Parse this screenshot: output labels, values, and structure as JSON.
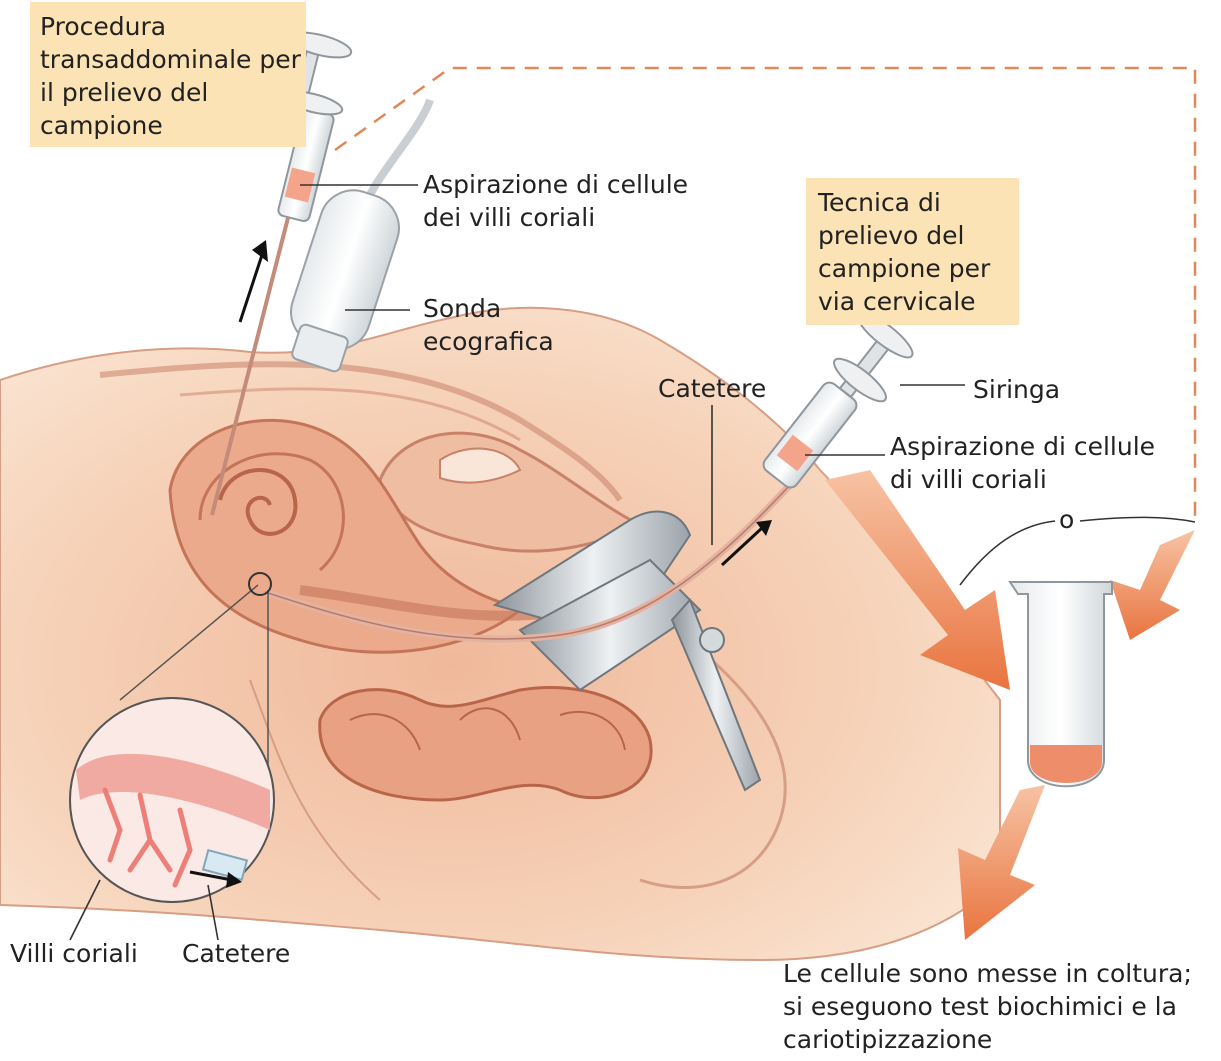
{
  "labels": {
    "transabdominal": [
      "Procedura",
      "transaddominale per",
      "il prelievo del",
      "campione"
    ],
    "cervical": [
      "Tecnica di",
      "prelievo del",
      "campione per",
      "via cervicale"
    ],
    "aspiration_top": [
      "Aspirazione di cellule",
      "dei villi coriali"
    ],
    "probe": [
      "Sonda",
      "ecografica"
    ],
    "catheter_top": "Catetere",
    "syringe": "Siringa",
    "aspiration_right": [
      "Aspirazione di cellule",
      "di villi coriali"
    ],
    "or_word": "o",
    "villi": "Villi coriali",
    "catheter_bottom": "Catetere",
    "culture": [
      "Le cellule sono messe in coltura;",
      "si eseguono test biochimici e la",
      "cariotipizzazione"
    ]
  },
  "colors": {
    "highlight_box": "#fce3b6",
    "skin": "#f6d2b8",
    "tissue": "#e7a98c",
    "arrow": "#ec8a5c",
    "dashed_line": "#e0885a",
    "metal": "#c7ccd0",
    "sample": "#e98a68"
  }
}
